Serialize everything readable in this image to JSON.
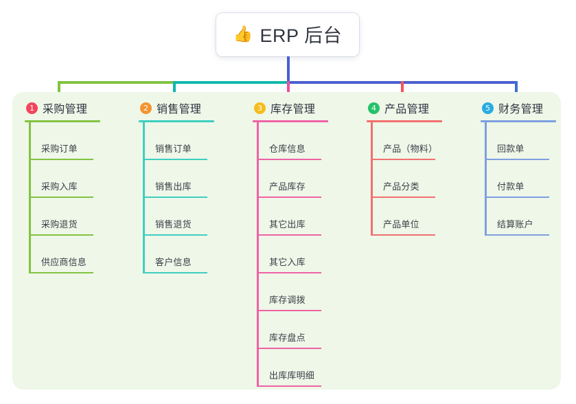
{
  "root": {
    "icon": "thumbs-up-icon",
    "icon_glyph": "👍",
    "title": "ERP 后台"
  },
  "palette": {
    "panel_bg": "#eef7e8",
    "page_bg": "#ffffff",
    "text": "#3a4049",
    "bus_green": "#82c341",
    "bus_teal": "#0fb8ac",
    "bus_blue": "#4a5fd0"
  },
  "connectors": {
    "root_stem_color": "#4a5fd0",
    "bus_segments": [
      {
        "name": "bus-green",
        "color": "#82c341"
      },
      {
        "name": "bus-teal",
        "color": "#0fb8ac"
      },
      {
        "name": "bus-blue",
        "color": "#4a5fd0"
      }
    ],
    "stub_colors": [
      "#82c341",
      "#0fb8ac",
      "#ef4e9b",
      "#f2565c",
      "#3d6fd1"
    ]
  },
  "columns": [
    {
      "number": "1",
      "badge_color": "#f2455c",
      "line_color": "#82c341",
      "title": "采购管理",
      "items": [
        {
          "label": "采购订单"
        },
        {
          "label": "采购入库"
        },
        {
          "label": "采购退货"
        },
        {
          "label": "供应商信息"
        }
      ]
    },
    {
      "number": "2",
      "badge_color": "#f59331",
      "line_color": "#3dcfc0",
      "title": "销售管理",
      "items": [
        {
          "label": "销售订单"
        },
        {
          "label": "销售出库"
        },
        {
          "label": "销售退货"
        },
        {
          "label": "客户信息"
        }
      ]
    },
    {
      "number": "3",
      "badge_color": "#f5bc1b",
      "line_color": "#ef62a6",
      "title": "库存管理",
      "items": [
        {
          "label": "仓库信息"
        },
        {
          "label": "产品库存"
        },
        {
          "label": "其它出库"
        },
        {
          "label": "其它入库"
        },
        {
          "label": "库存调拨"
        },
        {
          "label": "库存盘点"
        },
        {
          "label": "出库库明细"
        }
      ]
    },
    {
      "number": "4",
      "badge_color": "#25c269",
      "line_color": "#f2706f",
      "title": "产品管理",
      "items": [
        {
          "label": "产品（物料）"
        },
        {
          "label": "产品分类"
        },
        {
          "label": "产品单位"
        }
      ]
    },
    {
      "number": "5",
      "badge_color": "#29abe2",
      "line_color": "#7e9fe0",
      "title": "财务管理",
      "items": [
        {
          "label": "回款单"
        },
        {
          "label": "付款单"
        },
        {
          "label": "结算账户"
        }
      ]
    }
  ]
}
